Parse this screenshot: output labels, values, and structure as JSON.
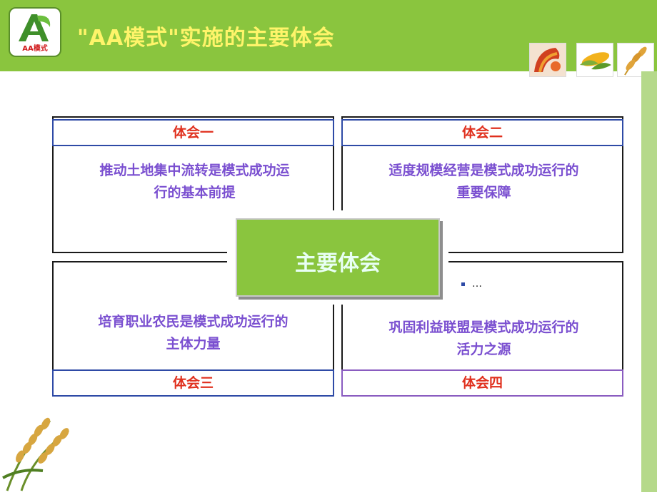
{
  "header": {
    "title": "\"AA模式\"实施的主要体会",
    "logo_text": "AA模式",
    "thumbnails": [
      "fruit-slice-image",
      "corn-image",
      "wheat-image"
    ]
  },
  "center": {
    "label": "主要体会"
  },
  "quadrants": [
    {
      "label": "体会一",
      "text_line1": "推动土地集中流转是模式成功运",
      "text_line2": "行的基本前提"
    },
    {
      "label": "体会二",
      "text_line1": "适度规模经营是模式成功运行的",
      "text_line2": "重要保障"
    },
    {
      "label": "体会三",
      "text_line1": "培育职业农民是模式成功运行的",
      "text_line2": "主体力量"
    },
    {
      "label": "体会四",
      "text_line1": "巩固利益联盟是模式成功运行的",
      "text_line2": "活力之源"
    }
  ],
  "bullet": {
    "text": "…"
  },
  "colors": {
    "header_green": "#8ac53e",
    "title_yellow": "#fff46a",
    "label_red": "#e0301e",
    "body_purple": "#7a4fd0",
    "label_border_blue": "#2e4aa6",
    "label4_border_purple": "#8a5cc0"
  }
}
